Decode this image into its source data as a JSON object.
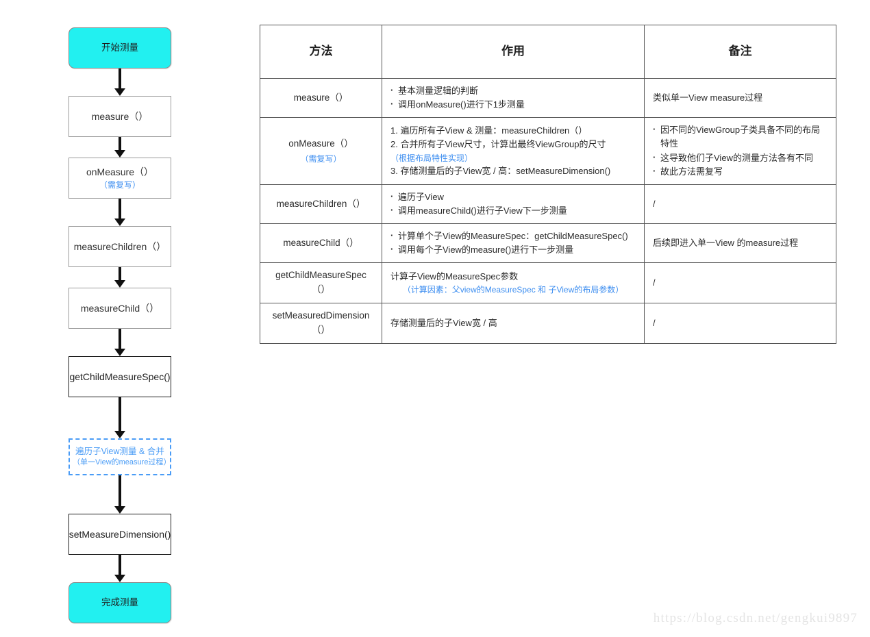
{
  "flowchart": {
    "nodes": [
      {
        "id": "start",
        "kind": "terminal",
        "label": "开始测量",
        "sub": ""
      },
      {
        "id": "measure",
        "kind": "process",
        "label": "measure（）",
        "sub": ""
      },
      {
        "id": "onmeasure",
        "kind": "process",
        "label": "onMeasure（）",
        "sub": "（需复写）"
      },
      {
        "id": "measurechildren",
        "kind": "process",
        "label": "measureChildren（）",
        "sub": ""
      },
      {
        "id": "measurechild",
        "kind": "process",
        "label": "measureChild（）",
        "sub": ""
      },
      {
        "id": "getchildmeasurespec",
        "kind": "process-strong",
        "label": "getChildMeasureSpec()",
        "sub": ""
      },
      {
        "id": "traverse-merge",
        "kind": "dashed",
        "label": "遍历子View测量 & 合并",
        "sub": "（单一View的measure过程）"
      },
      {
        "id": "setmeasuredimension",
        "kind": "process-strong",
        "label": "setMeasureDimension()",
        "sub": ""
      },
      {
        "id": "finish",
        "kind": "terminal",
        "label": "完成测量",
        "sub": ""
      }
    ]
  },
  "table": {
    "headers": [
      "方法",
      "作用",
      "备注"
    ],
    "rows": [
      {
        "method": "measure（）",
        "method_sub": "",
        "role_items": [
          "基本测量逻辑的判断",
          "调用onMeasure()进行下1步测量"
        ],
        "role_style": "bullets",
        "role_blue": "",
        "note_items": [
          "类似单一View measure过程"
        ],
        "note_style": "center"
      },
      {
        "method": "onMeasure（）",
        "method_sub": "（需复写）",
        "role_items": [
          "1. 遍历所有子View & 测量：measureChildren（）",
          "2. 合并所有子View尺寸，计算出最终ViewGroup的尺寸",
          "3. 存储测量后的子View宽 / 高：setMeasureDimension()"
        ],
        "role_style": "numbered",
        "role_blue": "（根据布局特性实现）",
        "role_blue_after_index": 1,
        "note_items": [
          "因不同的ViewGroup子类具备不同的布局特性",
          "这导致他们子View的测量方法各有不同",
          "故此方法需复写"
        ],
        "note_style": "bullets"
      },
      {
        "method": "measureChildren（）",
        "method_sub": "",
        "role_items": [
          "遍历子View",
          "调用measureChild()进行子View下一步测量"
        ],
        "role_style": "bullets",
        "role_blue": "",
        "note_items": [
          "/"
        ],
        "note_style": "center"
      },
      {
        "method": "measureChild（）",
        "method_sub": "",
        "role_items": [
          "计算单个子View的MeasureSpec：getChildMeasureSpec()",
          "调用每个子View的measure()进行下一步测量"
        ],
        "role_style": "bullets",
        "role_blue": "",
        "note_items": [
          "后续即进入单一View 的measure过程"
        ],
        "note_style": "center"
      },
      {
        "method": "getChildMeasureSpec（）",
        "method_sub": "",
        "role_items": [
          "计算子View的MeasureSpec参数"
        ],
        "role_style": "center",
        "role_blue": "（计算因素：父view的MeasureSpec 和 子View的布局参数）",
        "note_items": [
          "/"
        ],
        "note_style": "center"
      },
      {
        "method": "setMeasuredDimension（）",
        "method_sub": "",
        "role_items": [
          "存储测量后的子View宽 / 高"
        ],
        "role_style": "center",
        "role_blue": "",
        "note_items": [
          "/"
        ],
        "note_style": "center"
      }
    ]
  },
  "watermark": "https://blog.csdn.net/gengkui9897"
}
